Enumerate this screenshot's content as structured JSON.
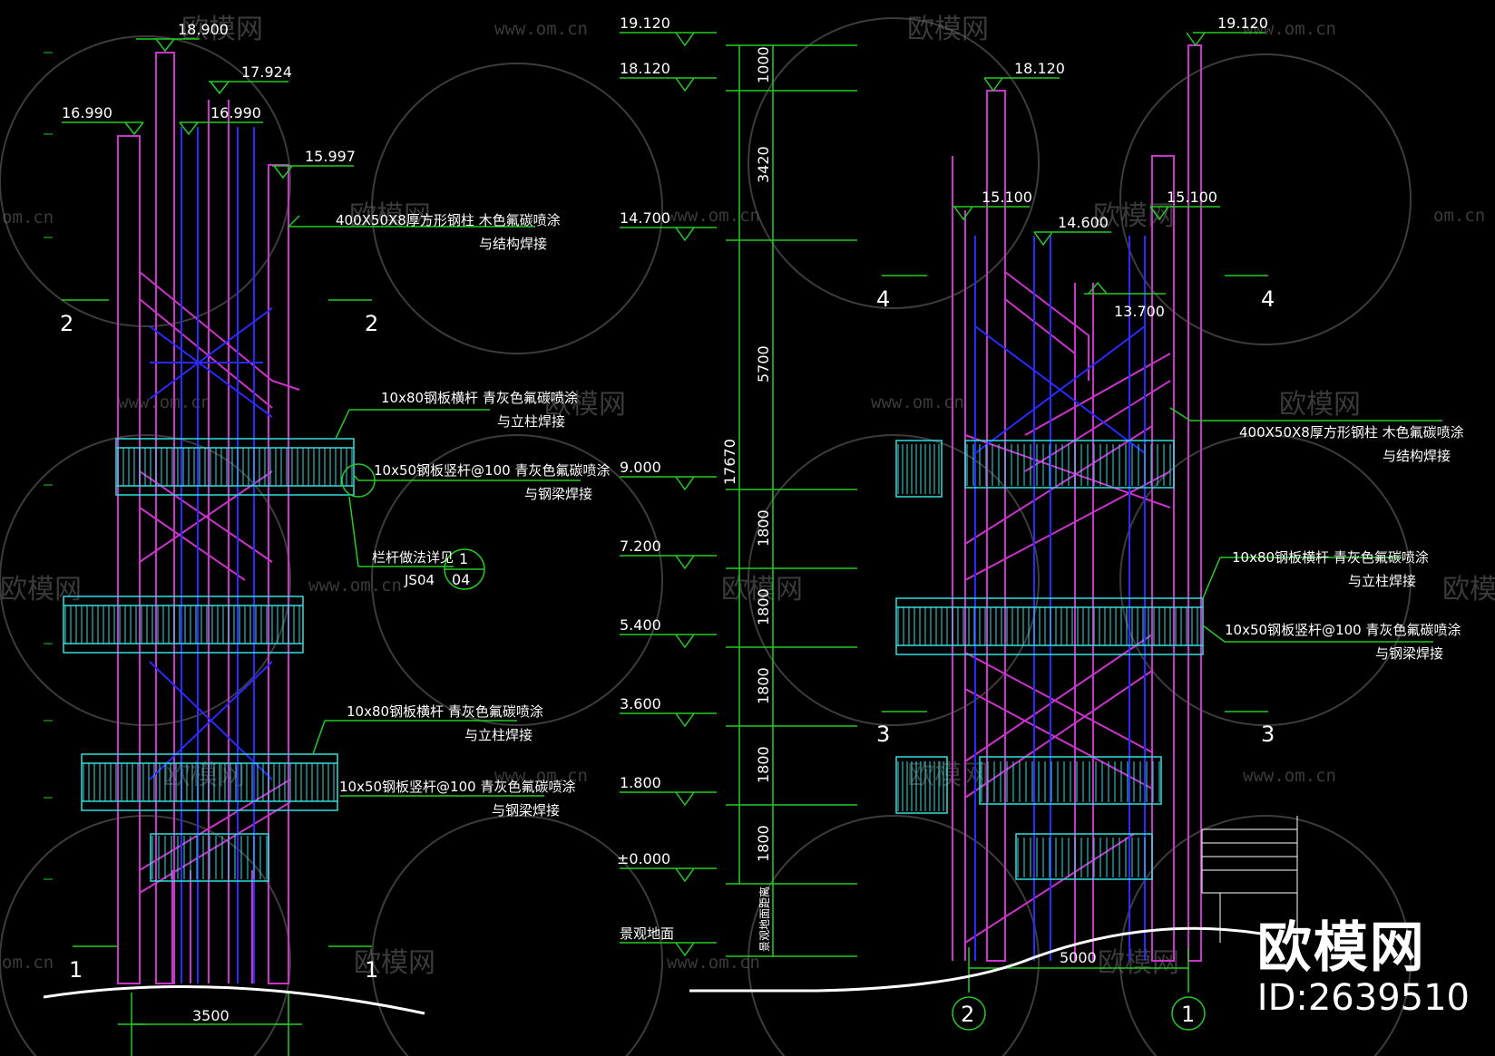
{
  "left_elevation": {
    "levels": [
      "18.900",
      "17.924",
      "16.990",
      "16.990",
      "15.997"
    ],
    "section_marks": [
      "2",
      "2",
      "1",
      "1"
    ],
    "notes": [
      {
        "line1": "400X50X8厚方形钢柱  木色氟碳喷涂",
        "line2": "与结构焊接"
      },
      {
        "line1": "10x80钢板横杆  青灰色氟碳喷涂",
        "line2": "与立柱焊接"
      },
      {
        "line1": "10x50钢板竖杆@100  青灰色氟碳喷涂",
        "line2": "与钢梁焊接"
      },
      {
        "line1": "10x80钢板横杆  青灰色氟碳喷涂",
        "line2": "与立柱焊接"
      },
      {
        "line1": "10x50钢板竖杆@100  青灰色氟碳喷涂",
        "line2": "与钢梁焊接"
      }
    ],
    "detail_ref": {
      "text": "栏杆做法详见",
      "sheet": "JS04",
      "num_top": "1",
      "num_bottom": "04"
    },
    "bottom_dim": "3500"
  },
  "center_dims": {
    "levels": [
      "19.120",
      "18.120",
      "14.700",
      "9.000",
      "7.200",
      "5.400",
      "3.600",
      "1.800",
      "±0.000",
      "景观地面"
    ],
    "segments": [
      "1000",
      "3420",
      "5700",
      "1800",
      "1800",
      "1800",
      "1800",
      "1800"
    ],
    "total": "17670",
    "ground_note": "景观地面距离"
  },
  "right_elevation": {
    "levels": [
      "19.120",
      "18.120",
      "15.100",
      "14.600",
      "15.100",
      "13.700"
    ],
    "section_marks": [
      "4",
      "4",
      "3",
      "3"
    ],
    "notes": [
      {
        "line1": "400X50X8厚方形钢柱  木色氟碳喷涂",
        "line2": "与结构焊接"
      },
      {
        "line1": "10x80钢板横杆  青灰色氟碳喷涂",
        "line2": "与立柱焊接"
      },
      {
        "line1": "10x50钢板竖杆@100  青灰色氟碳喷涂",
        "line2": "与钢梁焊接"
      }
    ],
    "bottom_dim": "5000",
    "axis_labels": [
      "2",
      "1"
    ]
  },
  "watermark": {
    "brand": "欧模网",
    "url": "www.om.cn",
    "url_short": "om.cn"
  },
  "brand_badge": {
    "logo": "欧模网",
    "id": "ID:2639510"
  },
  "colors": {
    "background": "#000000",
    "column": "#cc33cc",
    "brace": "#2a2aff",
    "railing": "#33dddd",
    "dim": "#22cc22",
    "text": "#ffffff"
  }
}
